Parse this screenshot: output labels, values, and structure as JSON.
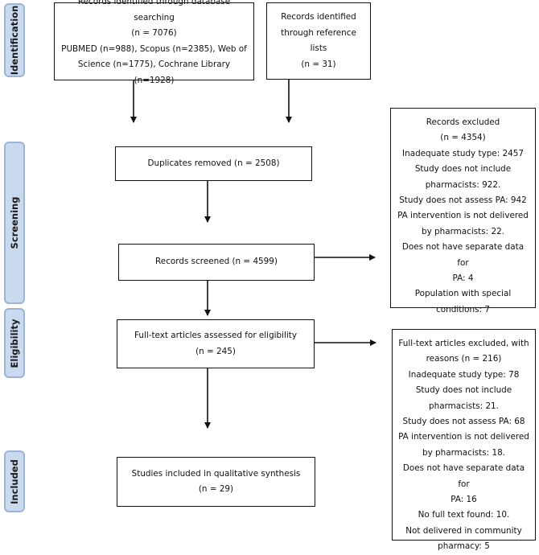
{
  "phases": {
    "identification": "Identification",
    "screening": "Screening",
    "eligibility": "Eligibility",
    "included": "Included"
  },
  "db_search": {
    "line1": "Records identified through database searching",
    "line2": "(n = 7076)",
    "line3": "PUBMED (n=988), Scopus (n=2385), Web of",
    "line4": "Science (n=1775), Cochrane Library (n=1928)"
  },
  "ref_lists": {
    "line1": "Records identified",
    "line2": "through reference",
    "line3": "lists",
    "line4": "(n = 31)"
  },
  "duplicates": {
    "line1": "Duplicates removed (n = 2508)"
  },
  "screened": {
    "line1": "Records screened (n = 4599)"
  },
  "records_excluded": {
    "lines": [
      "Records excluded",
      "(n = 4354)",
      "Inadequate study type: 2457",
      "Study does not include",
      "pharmacists: 922.",
      "Study does not assess PA: 942",
      "PA intervention is not delivered",
      "by pharmacists: 22.",
      "Does not have separate data for",
      "PA: 4",
      "Population with special",
      "conditions: 7"
    ]
  },
  "fulltext": {
    "line1": "Full-text articles assessed for eligibility",
    "line2": "(n = 245)"
  },
  "fulltext_excluded": {
    "lines": [
      "Full-text articles excluded, with",
      "reasons (n = 216)",
      "Inadequate study type: 78",
      "Study does not include",
      "pharmacists: 21.",
      "Study does not assess PA: 68",
      "PA intervention is not delivered",
      "by pharmacists: 18.",
      "Does not have separate data for",
      "PA: 16",
      "No full text found: 10.",
      "Not delivered in community",
      "pharmacy: 5"
    ]
  },
  "included_box": {
    "line1": "Studies included in qualitative synthesis",
    "line2": "(n = 29)"
  }
}
